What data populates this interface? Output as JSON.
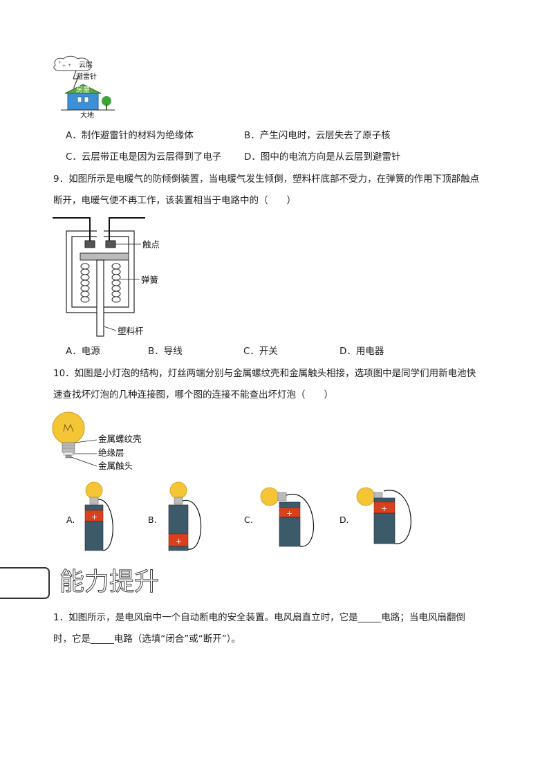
{
  "fig_lightning": {
    "labels": [
      "云层",
      "避雷针",
      "房屋",
      "大地"
    ]
  },
  "q8_options": [
    "A．制作避雷针的材料为绝缘体",
    "B．产生闪电时，云层失去了原子核",
    "C．云层带正电是因为云层得到了电子",
    "D．图中的电流方向是从云层到避雷针"
  ],
  "q9": {
    "line1": "9．如图所示是电暖气的防倾倒装置，当电暖气发生倾倒，塑料杆底部不受力，在弹簧的作用下顶部触点",
    "line2": "断开，电暖气便不再工作，该装置相当于电路中的（　　）",
    "labels": [
      "触点",
      "弹簧",
      "塑料杆"
    ],
    "options": [
      "A．电源",
      "B．导线",
      "C．开关",
      "D．用电器"
    ]
  },
  "q10": {
    "line1": "10．如图是小灯泡的结构，灯丝两端分别与金属螺纹壳和金属触头相接，选项图中是同学们用新电池快",
    "line2": "速查找坏灯泡的几种连接图，哪个图的连接不能查出坏灯泡（　　）",
    "labels": [
      "金属螺纹壳",
      "绝缘层",
      "金属触头"
    ],
    "option_letters": [
      "A.",
      "B.",
      "C.",
      "D."
    ],
    "plus": "+"
  },
  "section": {
    "title": "能力提升"
  },
  "p1": {
    "line1": "1．如图所示，是电风扇中一个自动断电的安全装置。电风扇直立时，它是_____电路；当电风扇翻倒",
    "line2": "时，它是_____电路（选填“闭合”或“断开”）。"
  },
  "colors": {
    "house_roof": "#5aa63c",
    "house_wall": "#3d8fd6",
    "bulb_yellow": "#f4c534",
    "battery_body": "#3b5b6b",
    "battery_cap": "#d9401e"
  }
}
